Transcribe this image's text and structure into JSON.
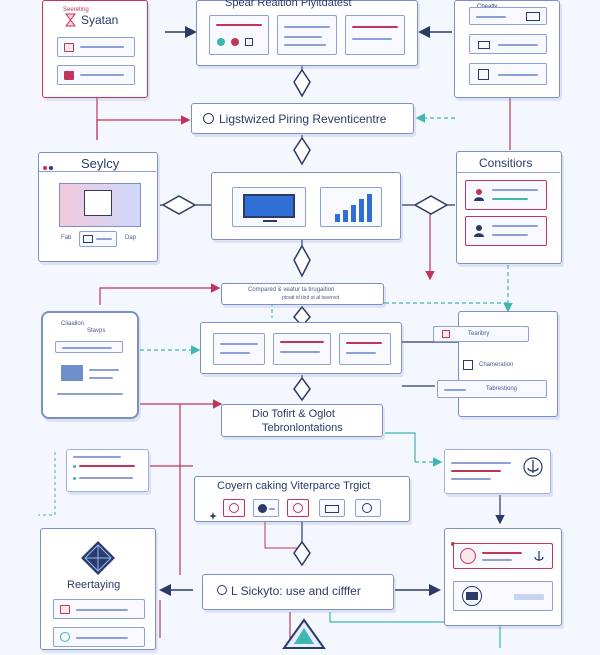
{
  "colors": {
    "frame": "#7d8fc7",
    "crimson": "#c0365a",
    "teal": "#3fb6b0",
    "navy": "#2b3a67",
    "blue": "#2f6fd6"
  },
  "nodes": {
    "top_left_title": "Syatan",
    "top_left_sub": "Seereting",
    "top_center_title": "Spear Reaition Plyitdatest",
    "top_right_sub": "Cheatly",
    "bar_title": "Ligstwized Piring Reventicentre",
    "left_panel_title": "Seylcy",
    "left_panel_caption_a": "Fab",
    "left_panel_caption_b": "Dap",
    "right_panel_title": "Consitiors",
    "compare_label_1": "Compared & veatur ta tirugaition",
    "compare_label_2": "ptoatt id tiod ut al tavervot",
    "tablet_label_1": "Cliaallon",
    "tablet_label_2": "Stavps",
    "right_mid_label_1": "Tearibry",
    "right_mid_label_2": "Chameration",
    "right_mid_label_3": "Tabrestiong",
    "center_box_line1": "Dio Tofirt & Oglot",
    "center_box_line2": "Tebronlontations",
    "cover_title": "Coyern caking Viterparce Trgict",
    "bottom_left_title": "Reertaying",
    "bottom_bar_title": "L Sickyto: use and cifffer"
  },
  "icons": [
    "hourglass-icon",
    "monitor-icon",
    "bar-chart-icon",
    "user-icon",
    "globe-icon",
    "play-icon",
    "image-icon",
    "search-icon",
    "anchor-icon",
    "card-icon",
    "up-arrow-icon"
  ]
}
